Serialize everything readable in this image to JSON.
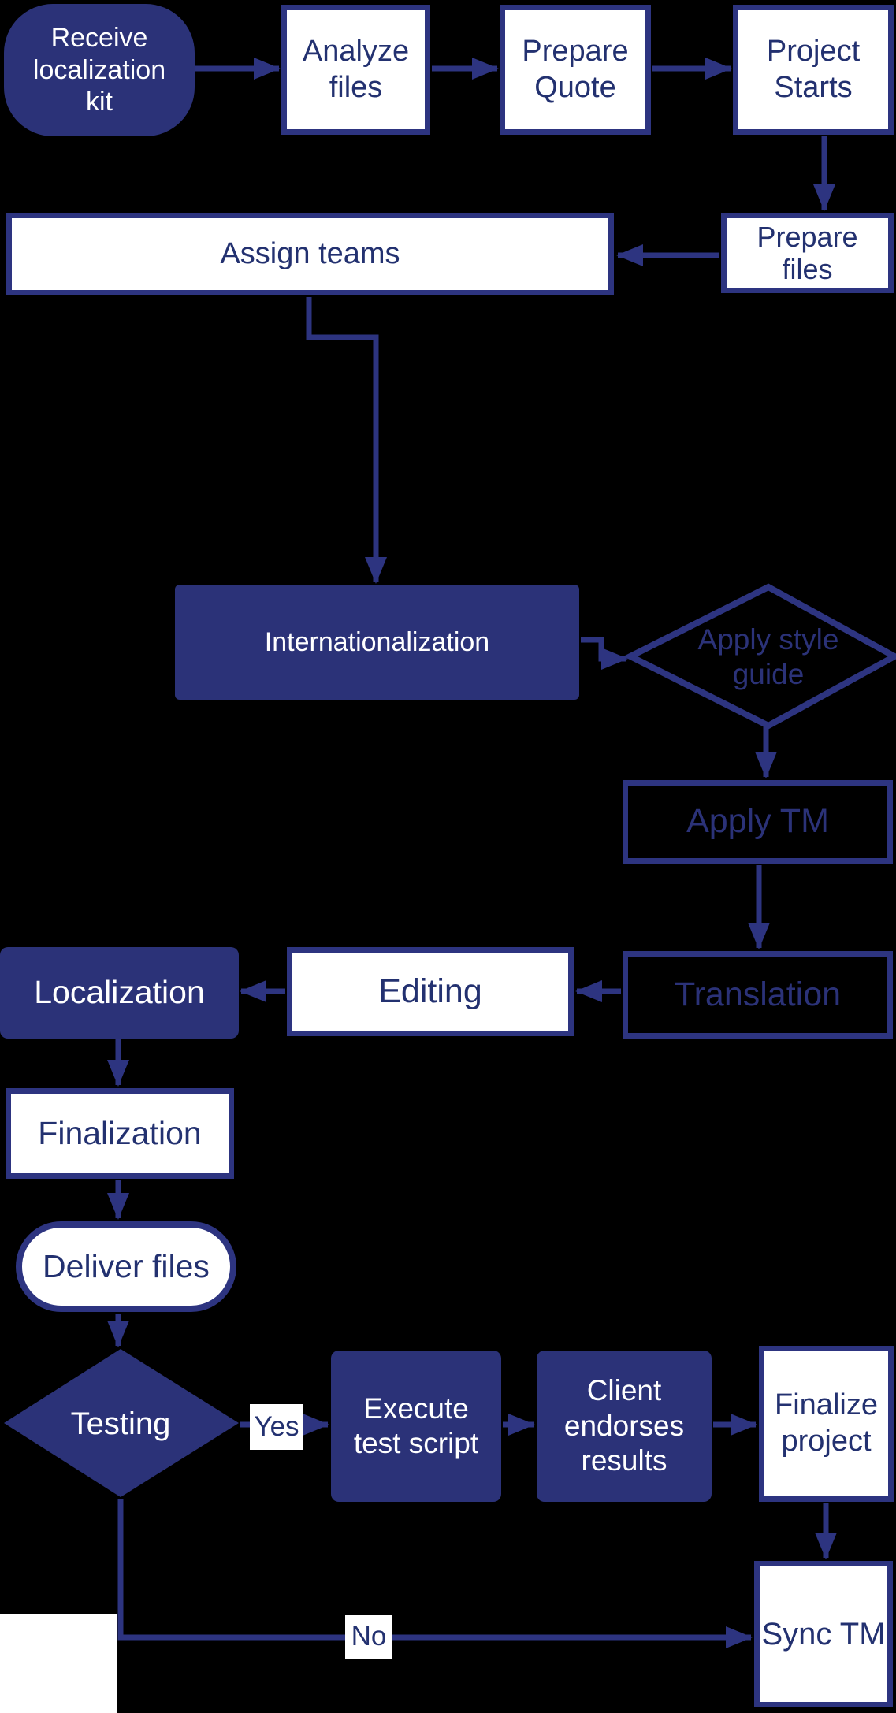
{
  "diagram": {
    "type": "flowchart",
    "subject": "localization project workflow",
    "background_color": "#000000",
    "shape_fill_navy": "#2b3278",
    "shape_border_navy": "#2d3480",
    "text_navy": "#233170",
    "text_white": "#ffffff",
    "nodes": {
      "receive_kit": {
        "shape": "terminator",
        "fill": "navy",
        "lines": [
          "Receive",
          "localization",
          "kit"
        ]
      },
      "analyze_files": {
        "shape": "process",
        "fill": "white",
        "lines": [
          "Analyze",
          "files"
        ]
      },
      "prepare_quote": {
        "shape": "process",
        "fill": "white",
        "lines": [
          "Prepare",
          "Quote"
        ]
      },
      "project_starts": {
        "shape": "process",
        "fill": "white",
        "lines": [
          "Project",
          "Starts"
        ]
      },
      "prepare_files": {
        "shape": "process",
        "fill": "white",
        "lines": [
          "Prepare",
          "files"
        ]
      },
      "assign_teams": {
        "shape": "process",
        "fill": "white",
        "lines": [
          "Assign teams"
        ]
      },
      "internationalization": {
        "shape": "process",
        "fill": "navy",
        "lines": [
          "Internationalization"
        ]
      },
      "apply_style_guide": {
        "shape": "decision",
        "fill": "black-outline",
        "lines": [
          "Apply style",
          "guide"
        ]
      },
      "apply_tm": {
        "shape": "process",
        "fill": "black-outline",
        "lines": [
          "Apply TM"
        ]
      },
      "translation": {
        "shape": "process",
        "fill": "black-outline",
        "lines": [
          "Translation"
        ]
      },
      "editing": {
        "shape": "process",
        "fill": "white",
        "lines": [
          "Editing"
        ]
      },
      "localization": {
        "shape": "process",
        "fill": "navy",
        "lines": [
          "Localization"
        ]
      },
      "finalization": {
        "shape": "process",
        "fill": "white",
        "lines": [
          "Finalization"
        ]
      },
      "deliver_files": {
        "shape": "terminator",
        "fill": "white",
        "lines": [
          "Deliver files"
        ]
      },
      "testing": {
        "shape": "decision",
        "fill": "navy",
        "lines": [
          "Testing"
        ]
      },
      "execute_test_script": {
        "shape": "process",
        "fill": "navy",
        "lines": [
          "Execute",
          "test script"
        ]
      },
      "client_endorses_results": {
        "shape": "process",
        "fill": "navy",
        "lines": [
          "Client",
          "endorses",
          "results"
        ]
      },
      "finalize_project": {
        "shape": "process",
        "fill": "white",
        "lines": [
          "Finalize",
          "project"
        ]
      },
      "sync_tm": {
        "shape": "process",
        "fill": "white",
        "lines": [
          "Sync TM"
        ]
      }
    },
    "decision_labels": {
      "yes": "Yes",
      "no": "No"
    },
    "connections": [
      {
        "from": "receive_kit",
        "to": "analyze_files"
      },
      {
        "from": "analyze_files",
        "to": "prepare_quote"
      },
      {
        "from": "prepare_quote",
        "to": "project_starts"
      },
      {
        "from": "project_starts",
        "to": "prepare_files"
      },
      {
        "from": "prepare_files",
        "to": "assign_teams"
      },
      {
        "from": "assign_teams",
        "to": "internationalization"
      },
      {
        "from": "internationalization",
        "to": "apply_style_guide"
      },
      {
        "from": "apply_style_guide",
        "to": "apply_tm"
      },
      {
        "from": "apply_tm",
        "to": "translation"
      },
      {
        "from": "translation",
        "to": "editing"
      },
      {
        "from": "editing",
        "to": "localization"
      },
      {
        "from": "localization",
        "to": "finalization"
      },
      {
        "from": "finalization",
        "to": "deliver_files"
      },
      {
        "from": "deliver_files",
        "to": "testing"
      },
      {
        "from": "testing",
        "to": "execute_test_script",
        "label": "Yes"
      },
      {
        "from": "execute_test_script",
        "to": "client_endorses_results"
      },
      {
        "from": "client_endorses_results",
        "to": "finalize_project"
      },
      {
        "from": "finalize_project",
        "to": "sync_tm"
      },
      {
        "from": "testing",
        "to": "sync_tm",
        "label": "No"
      }
    ]
  }
}
